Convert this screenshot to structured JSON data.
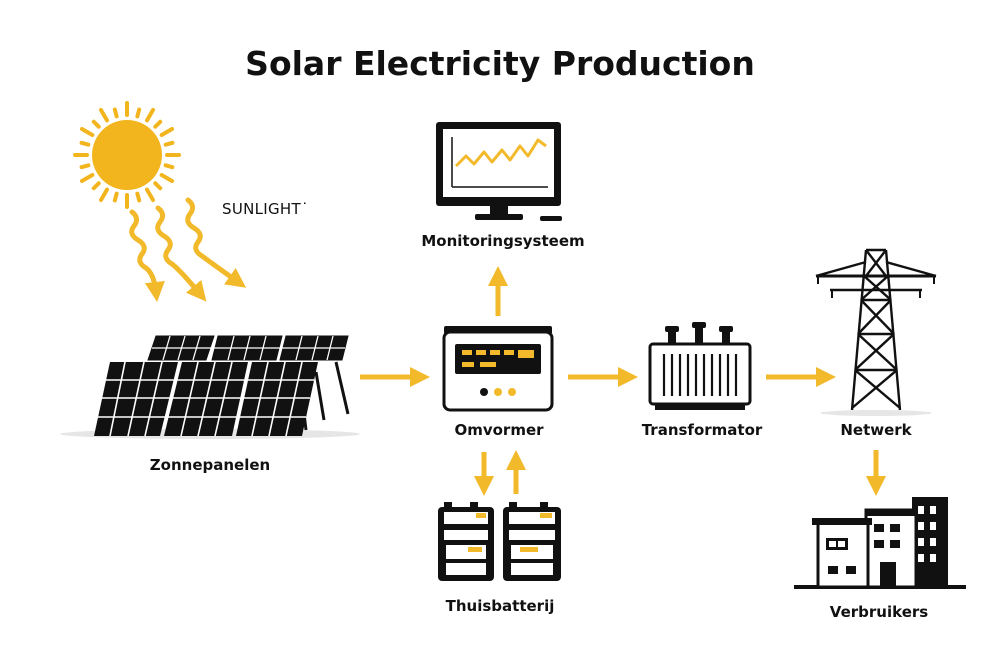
{
  "title": "Solar Electricity Production",
  "labels": {
    "sunlight": "SUNLIGHT˙",
    "monitoring": "Monitoringsysteem",
    "panels": "Zonnepanelen",
    "inverter": "Omvormer",
    "transformer": "Transformator",
    "grid": "Netwerk",
    "battery": "Thuisbatterij",
    "consumers": "Verbruikers"
  },
  "colors": {
    "accent": "#f2b92b",
    "sun": "#f2b51e",
    "ink": "#111111",
    "background": "#ffffff"
  }
}
